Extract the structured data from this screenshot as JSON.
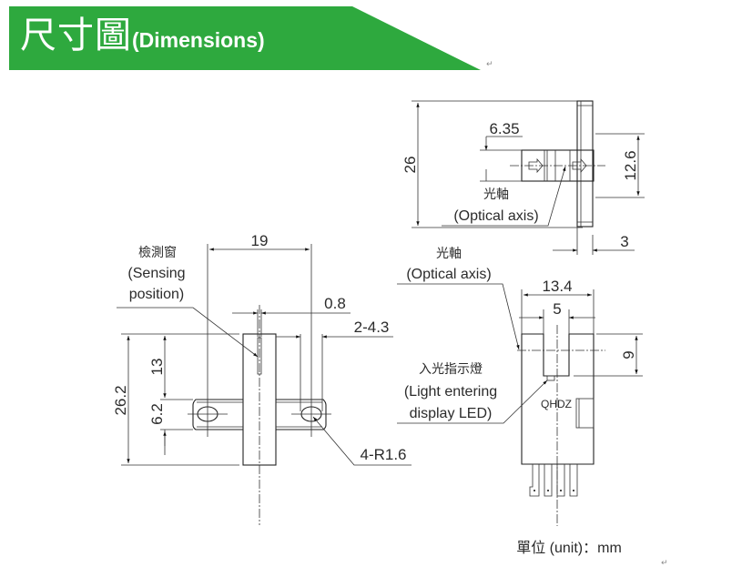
{
  "header": {
    "title_zh": "尺寸圖",
    "title_en": "(Dimensions)",
    "banner_color": "#2EA93E",
    "return_mark": "↵"
  },
  "top_view": {
    "height_dim": "26",
    "offset_dim": "6.35",
    "slot_dim": "12.6",
    "flange_dim": "3",
    "optical_axis_zh": "光軸",
    "optical_axis_en": "(Optical axis)"
  },
  "front_view": {
    "width_dim": "19",
    "slit_dim": "0.8",
    "hole_dim": "2-4.3",
    "height_dim": "26.2",
    "upper_dim": "13",
    "flange_dim": "6.2",
    "radius_dim": "4-R1.6",
    "sensing_zh": "檢測窗",
    "sensing_en_1": "(Sensing",
    "sensing_en_2": "position)"
  },
  "side_view": {
    "width_dim": "13.4",
    "gap_dim": "5",
    "depth_dim": "9",
    "marking": "QHDZ",
    "optical_axis_zh": "光軸",
    "optical_axis_en": "(Optical axis)",
    "led_zh": "入光指示燈",
    "led_en_1": "(Light entering",
    "led_en_2": "display LED)"
  },
  "footer": {
    "unit_label": "單位 (unit)：mm"
  }
}
